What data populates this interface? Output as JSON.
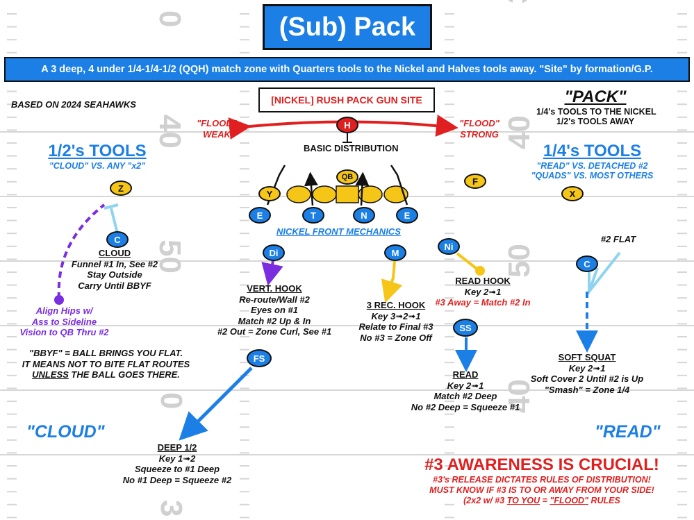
{
  "title": "(Sub) Pack",
  "banner": "A 3 deep, 4 under 1/4-1/4-1/2 (QQH) match zone with Quarters tools to the Nickel and Halves tools away. \"Site\" by formation/G.P.",
  "site_box": "[NICKEL] RUSH PACK GUN SITE",
  "based_on": "BASED ON 2024 SEAHAWKS",
  "pack": {
    "title": "\"PACK\"",
    "line1": "1/4's TOOLS TO THE NICKEL",
    "line2": "1/2's TOOLS AWAY"
  },
  "flood_weak": {
    "l1": "\"FLOOD\"",
    "l2": "WEAK"
  },
  "flood_strong": {
    "l1": "\"FLOOD\"",
    "l2": "STRONG"
  },
  "basic_distribution": "BASIC DISTRIBUTION",
  "halves": {
    "title": "1/2's TOOLS",
    "sub": "\"CLOUD\" VS. ANY \"x2\""
  },
  "quarters": {
    "title": "1/4's TOOLS",
    "sub1": "\"READ\" VS. DETACHED #2",
    "sub2": "\"QUADS\" VS. MOST OTHERS"
  },
  "nickel_front": "NICKEL FRONT MECHANICS",
  "players": {
    "h": "H",
    "z": "Z",
    "y": "Y",
    "qb": "QB",
    "f": "F",
    "x": "X",
    "e": "E",
    "t": "T",
    "n": "N",
    "c": "C",
    "di": "Di",
    "m": "M",
    "ni": "Ni",
    "ss": "SS",
    "fs": "FS"
  },
  "field_numbers": {
    "n0": "0",
    "n40": "40",
    "n50": "50",
    "n3": "3"
  },
  "cloud_rules": {
    "h": "CLOUD",
    "l1": "Funnel #1 In, See #2",
    "l2": "Stay Outside",
    "l3": "Carry Until BBYF"
  },
  "align_hips": {
    "l1": "Align Hips w/",
    "l2": "Ass to Sideline",
    "l3": "Vision to QB Thru #2"
  },
  "vert_hook": {
    "h": "VERT. HOOK",
    "l1": "Re-route/Wall #2",
    "l2": "Eyes on #1",
    "l3": "Match #2 Up & In",
    "l4": "#2 Out = Zone Curl, See #1"
  },
  "three_rec_hook": {
    "h": "3 REC. HOOK",
    "l1": "Key 3➟2➟1",
    "l2": "Relate to Final #3",
    "l3": "No #3 = Zone Off"
  },
  "read_hook": {
    "h": "READ HOOK",
    "l1": "Key 2➟1",
    "l2": "#3 Away = Match #2 In"
  },
  "flat_2": "#2 FLAT",
  "soft_squat": {
    "h": "SOFT SQUAT",
    "l1": "Key 2➟1",
    "l2": "Soft Cover 2 Until #2 is Up",
    "l3": "\"Smash\" = Zone 1/4"
  },
  "read_rules": {
    "h": "READ",
    "l1": "Key 2➟1",
    "l2": "Match #2 Deep",
    "l3": "No #2 Deep = Squeeze #1"
  },
  "bbyf": {
    "l1": "\"BBYF\" = BALL BRINGS YOU FLAT.",
    "l2": "IT MEANS NOT TO BITE FLAT ROUTES",
    "l3u": "UNLESS",
    "l3": " THE BALL GOES THERE."
  },
  "deep_half": {
    "h": "DEEP 1/2",
    "l1": "Key 1➟2",
    "l2": "Squeeze to #1 Deep",
    "l3": "No #1 Deep = Squeeze #2"
  },
  "cloud_label": "\"CLOUD\"",
  "read_label": "\"READ\"",
  "awareness": {
    "title": "#3 AWARENESS IS CRUCIAL!",
    "l1": "#3's RELEASE DICTATES RULES OF DISTRIBUTION!",
    "l2": "MUST KNOW IF #3 IS TO OR AWAY FROM YOUR SIDE!",
    "l3a": "(2x2 w/ #3 ",
    "l3b": "TO YOU",
    "l3c": " = ",
    "l3d": "\"FLOOD\"",
    "l3e": " RULES"
  },
  "colors": {
    "blue": "#1b7fe6",
    "yellow": "#f5c518",
    "red": "#e02020",
    "purple": "#7a2ee0",
    "light_blue": "#8fd3f0"
  }
}
